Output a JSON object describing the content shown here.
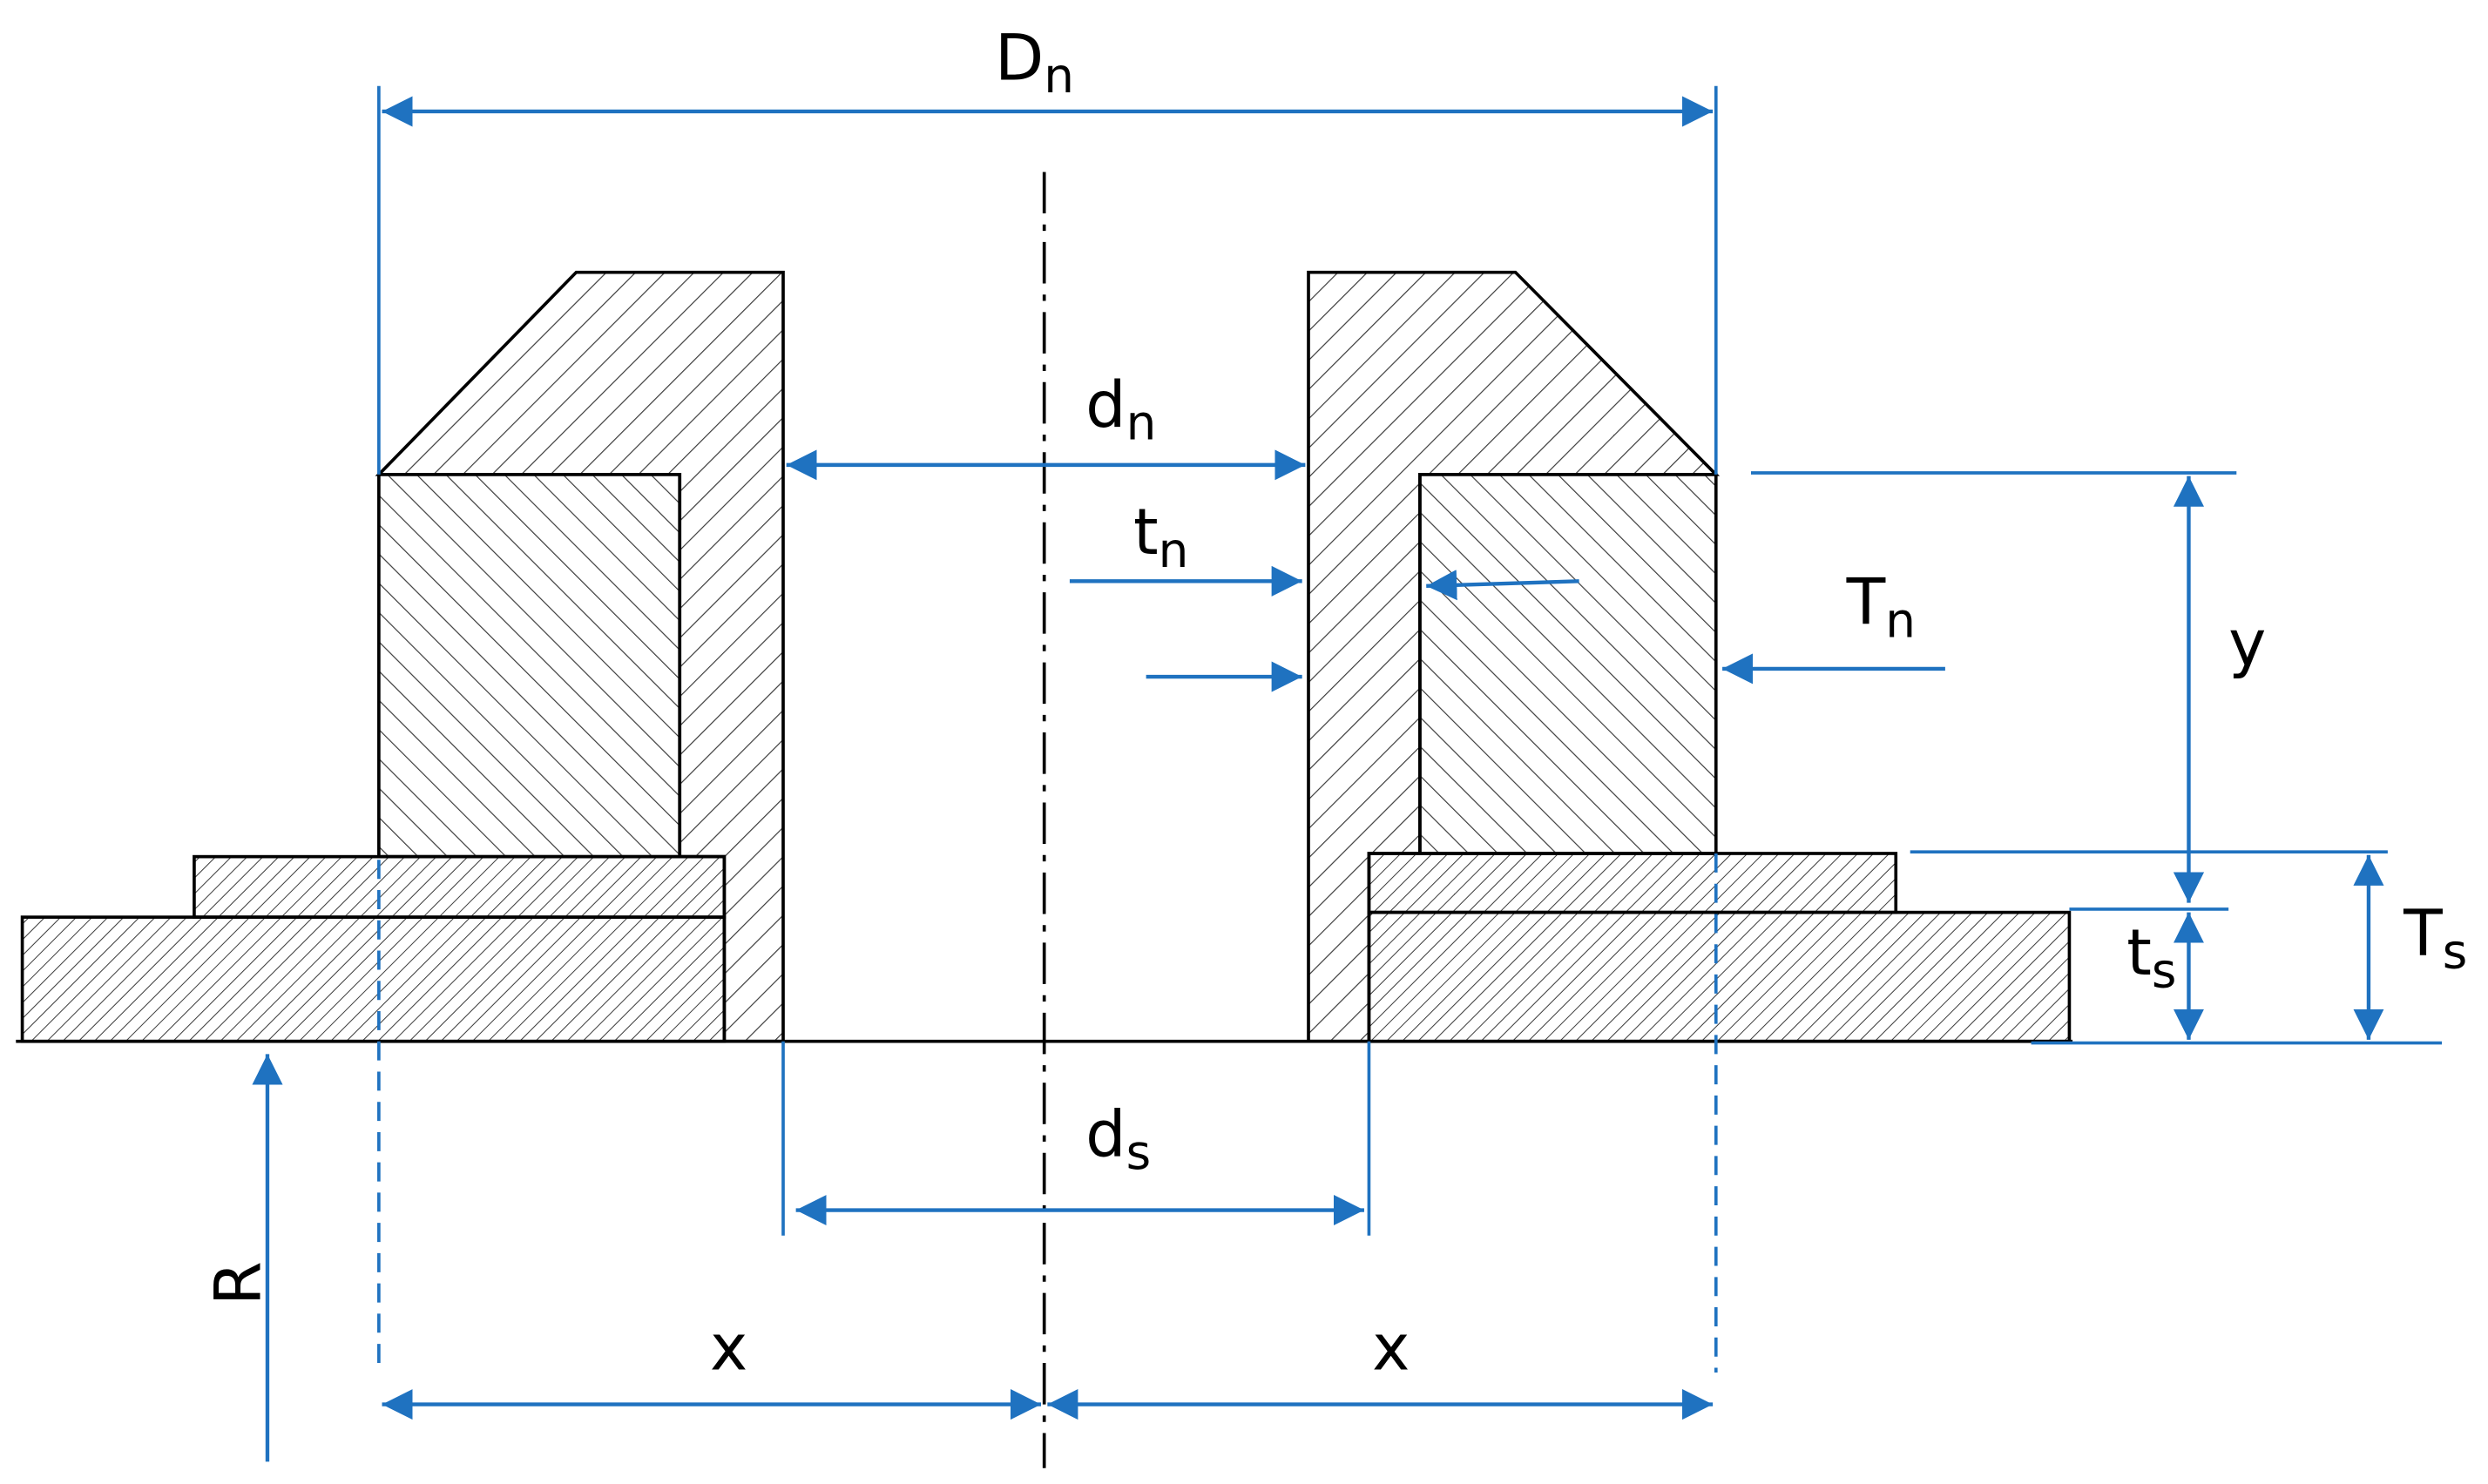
{
  "labels": {
    "Dn": {
      "main": "D",
      "sub": "n"
    },
    "dn": {
      "main": "d",
      "sub": "n"
    },
    "tn": {
      "main": "t",
      "sub": "n"
    },
    "Tn": {
      "main": "T",
      "sub": "n"
    },
    "y": {
      "main": "y"
    },
    "ts": {
      "main": "t",
      "sub": "s"
    },
    "Ts": {
      "main": "T",
      "sub": "s"
    },
    "ds": {
      "main": "d",
      "sub": "s"
    },
    "R": {
      "main": "R"
    },
    "x_left": {
      "main": "x"
    },
    "x_right": {
      "main": "x"
    }
  },
  "colors": {
    "dimension": "#1f72c0",
    "outline": "#000000",
    "hatch": "#3a3a3a"
  }
}
